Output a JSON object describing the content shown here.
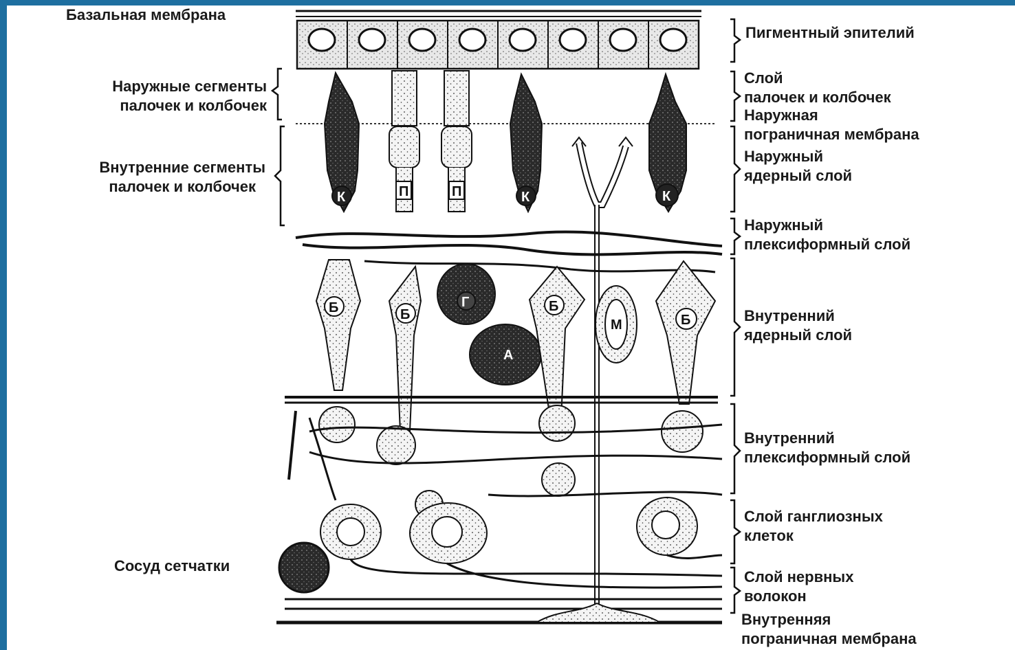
{
  "left_labels": {
    "basal_membrane": "Базальная мембрана",
    "outer_segments_1": "Наружные сегменты",
    "outer_segments_2": "палочек и колбочек",
    "inner_segments_1": "Внутренние сегменты",
    "inner_segments_2": "палочек и колбочек",
    "retinal_vessel": "Сосуд сетчатки"
  },
  "right_labels": {
    "pigment_epithelium": "Пигментный эпителий",
    "rods_cones_1": "Слой",
    "rods_cones_2": "палочек и колбочек",
    "outer_limiting_1": "Наружная",
    "outer_limiting_2": "пограничная мембрана",
    "outer_nuclear_1": "Наружный",
    "outer_nuclear_2": "ядерный слой",
    "outer_plexiform_1": "Наружный",
    "outer_plexiform_2": "плексиформный слой",
    "inner_nuclear_1": "Внутренний",
    "inner_nuclear_2": "ядерный слой",
    "inner_plexiform_1": "Внутренний",
    "inner_plexiform_2": "плексиформный слой",
    "ganglion_1": "Слой ганглиозных",
    "ganglion_2": "клеток",
    "nerve_fibers_1": "Слой нервных",
    "nerve_fibers_2": "волокон",
    "inner_limiting_1": "Внутренняя",
    "inner_limiting_2": "пограничная мембрана"
  },
  "cell_letters": {
    "cone": "К",
    "rod": "П",
    "bipolar": "Б",
    "horizontal": "Г",
    "amacrine": "А",
    "muller": "М"
  },
  "colors": {
    "frame": "#1e6fa0",
    "ink": "#1a1a1a",
    "background": "#ffffff"
  }
}
